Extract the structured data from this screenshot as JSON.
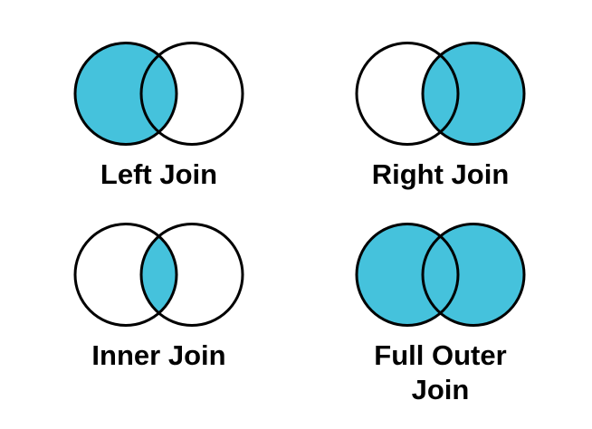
{
  "diagram": {
    "colors": {
      "fill": "#45C2DC",
      "stroke": "#000000",
      "background": "#FFFFFF"
    },
    "panels": [
      {
        "id": "left-join",
        "label": "Left Join",
        "left_fill": "#45C2DC",
        "right_fill": "none",
        "lens_fill": "none"
      },
      {
        "id": "right-join",
        "label": "Right Join",
        "left_fill": "none",
        "right_fill": "#45C2DC",
        "lens_fill": "none"
      },
      {
        "id": "inner-join",
        "label": "Inner Join",
        "left_fill": "none",
        "right_fill": "none",
        "lens_fill": "#45C2DC"
      },
      {
        "id": "full-outer-join",
        "label": "Full Outer Join",
        "left_fill": "#45C2DC",
        "right_fill": "#45C2DC",
        "lens_fill": "none"
      }
    ]
  }
}
